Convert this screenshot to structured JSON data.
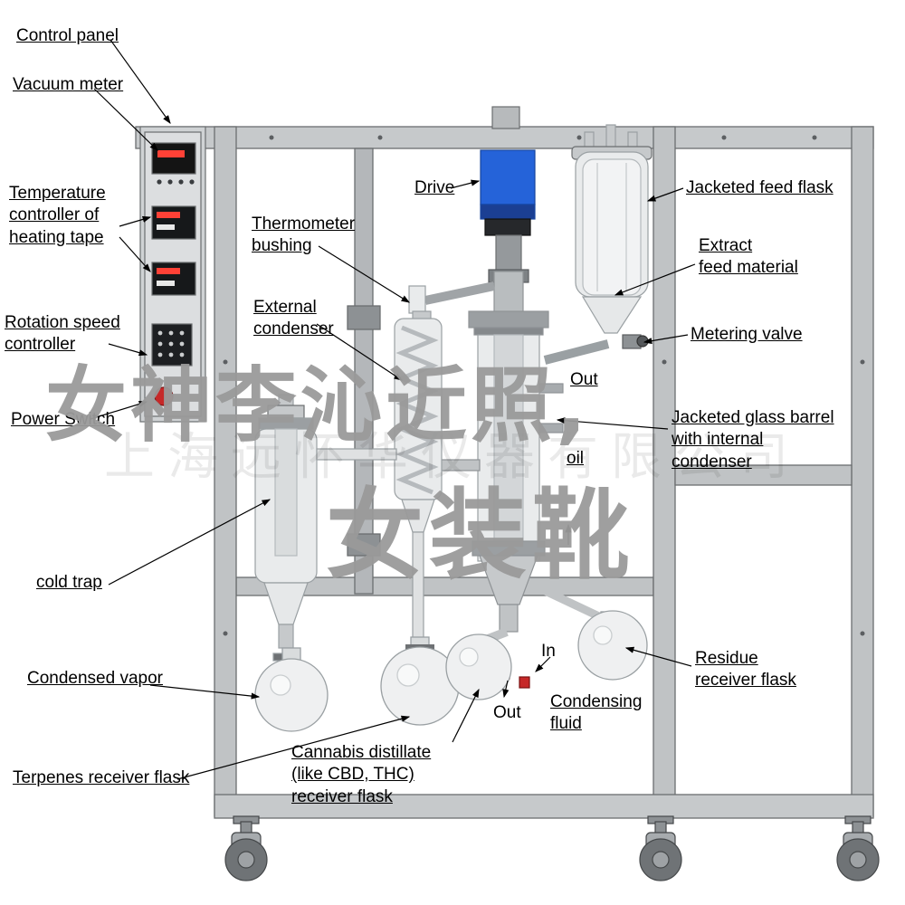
{
  "watermark": {
    "line1": "女神李沁近照,",
    "line2": "女装靴",
    "company_faint": "上海远怀华仪器有限公司"
  },
  "labels": {
    "control_panel": "Control panel",
    "vacuum_meter": "Vacuum meter",
    "temp_controller": "Temperature\ncontroller of\nheating tape",
    "rotation_speed": "Rotation speed\ncontroller",
    "power_switch": "Power Switch",
    "thermometer_bushing": "Thermometer\nbushing",
    "external_condenser": "External\ncondenser",
    "drive": "Drive",
    "jacketed_feed_flask": "Jacketed feed flask",
    "extract_feed": "Extract\nfeed material",
    "metering_valve": "Metering valve",
    "jacketed_barrel": "Jacketed glass barrel\nwith internal\ncondenser",
    "heat_out": "Out",
    "heat_oil": "oil",
    "cold_trap": "cold trap",
    "condensed_vapor": "Condensed vapor",
    "terpenes_flask": "Terpenes receiver flask",
    "cannabis_flask": "Cannabis distillate\n(like CBD, THC)\nreceiver flask",
    "in_port": "In",
    "out_port": "Out",
    "condensing_fluid": "Condensing\nfluid",
    "residue_flask": "Residue\nreceiver flask"
  },
  "colors": {
    "drive_blue": "#2563d9",
    "frame_gray": "#c0c3c5",
    "glass_gray": "#e9ebec",
    "accent_red": "#c62828",
    "watermark_gray": "#9a9a9a"
  }
}
